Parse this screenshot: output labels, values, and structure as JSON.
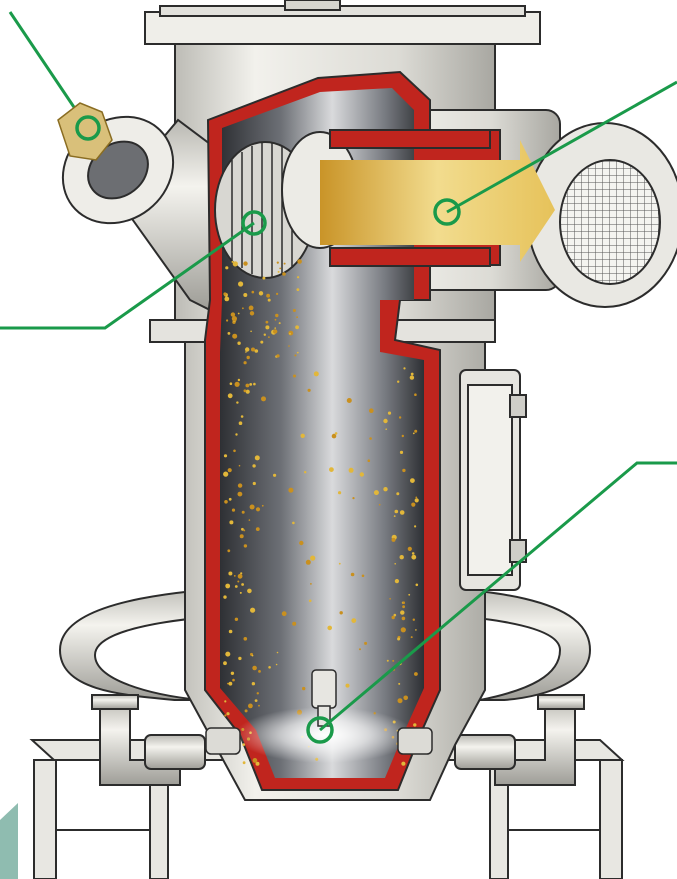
{
  "colors": {
    "callout": "#1a9a4a",
    "shell_red": "#c0251e",
    "metal_light": "#ecebe6",
    "metal_mid": "#d9d8d2",
    "metal_dark": "#a9a9a3",
    "outline": "#2c2c2c",
    "powder": "#e2b73a",
    "powder_dark": "#c9901f",
    "interior_dark": "#3a3c40",
    "background": "#ffffff",
    "corner_accent": "#8fbcb0"
  },
  "callouts": [
    {
      "id": "feed-inlet",
      "icon": "material-feed-marker"
    },
    {
      "id": "classifier-wheel",
      "icon": "classifier-marker"
    },
    {
      "id": "product-outlet",
      "icon": "product-discharge-marker"
    },
    {
      "id": "grinding-nozzles",
      "icon": "air-jet-marker"
    }
  ]
}
